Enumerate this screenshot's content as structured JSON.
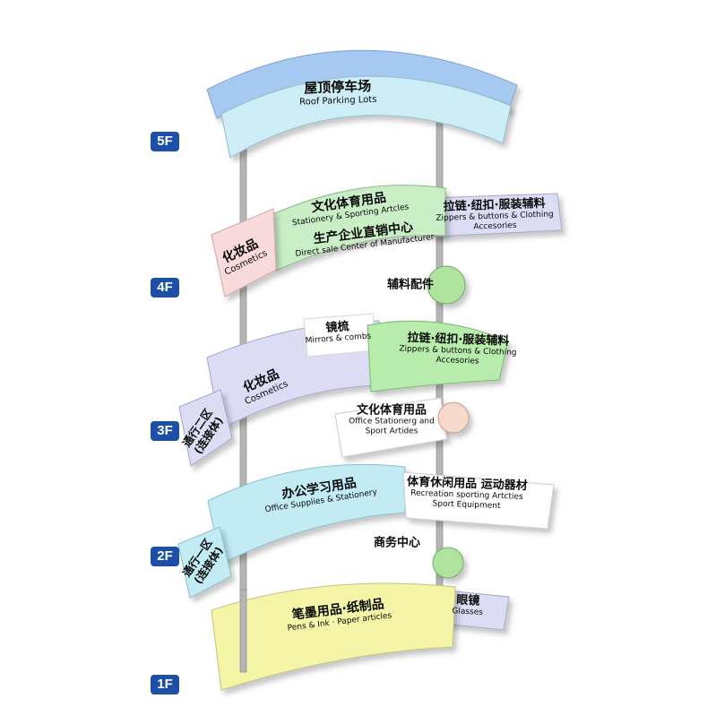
{
  "floors": {
    "f5": {
      "label": "5F",
      "roof": {
        "zh": "屋顶停车场",
        "en": "Roof Parking Lots"
      }
    },
    "f4": {
      "label": "4F",
      "cosmetics": {
        "zh": "化妆品",
        "en": "Cosmetics"
      },
      "stationery": {
        "zh": "文化体育用品",
        "en": "Stationery & Sporting Artcles"
      },
      "direct_sale": {
        "zh": "生产企业直销中心",
        "en": "Direct sale Center of Manufacturer"
      },
      "zippers": {
        "zh": "拉链·纽扣·服装辅料",
        "en1": "Zippers & buttons & Clothing",
        "en2": "Accesories"
      },
      "accessories": {
        "zh": "辅料配件"
      }
    },
    "f3": {
      "label": "3F",
      "mirrors": {
        "zh": "镜梳",
        "en": "Mirrors & combs"
      },
      "cosmetics": {
        "zh": "化妆品",
        "en": "Cosmetics"
      },
      "zippers": {
        "zh": "拉链·纽扣·服装辅料",
        "en1": "Zippers & buttons & Clothing",
        "en2": "Accesories"
      },
      "stationery": {
        "zh": "文化体育用品",
        "en1": "Office Stationerg and",
        "en2": "Sport Artides"
      },
      "passage": {
        "l1": "通行二区",
        "l2": "(连接体)"
      }
    },
    "f2": {
      "label": "2F",
      "office_supplies": {
        "zh": "办公学习用品",
        "en": "Office Supplies & Stationery"
      },
      "sports": {
        "zh": "体育休闲用品 运动器材",
        "en1": "Recreation sporting Artcties",
        "en2": "Sport Equipment"
      },
      "business_center": {
        "zh": "商务中心"
      },
      "passage": {
        "l1": "通行一区",
        "l2": "(连接体)"
      }
    },
    "f1": {
      "label": "1F",
      "pens": {
        "zh": "笔墨用品·纸制品",
        "en": "Pens & Ink · Paper articles"
      },
      "glasses": {
        "zh": "眼镜",
        "en": "Glasses"
      }
    }
  },
  "colors": {
    "band-blue": "#a5c9f1",
    "band-cyan": "#cdeef6",
    "band-pink": "#f9dada",
    "band-green": "#c9eec6",
    "band-lavender": "#dcdcf4",
    "band-green2": "#b7ecad",
    "band-cyan2": "#c2ebf4",
    "band-yellow": "#f5f5a8",
    "node-green": "#aee49d",
    "node-pink": "#f7d9cc",
    "label-bg": "#1c4fa6",
    "pole": "#b5b5b5"
  }
}
